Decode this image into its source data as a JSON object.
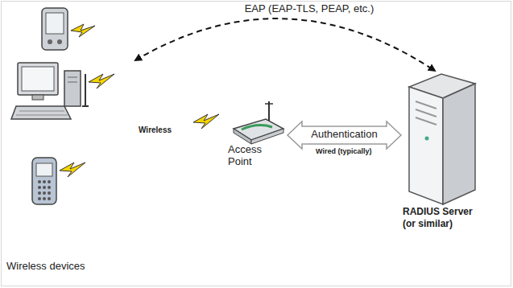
{
  "diagram": {
    "nodes": [
      {
        "text": [
          "Wireless devices"
        ]
      },
      {
        "text": [
          "Access Point"
        ]
      },
      {
        "text": [
          "RADIUS Server (or similar)"
        ]
      }
    ],
    "edges": [
      {
        "from": 0,
        "to": 2,
        "arrow": "both",
        "label": "EAP (EAP-TLS, PEAP, etc.)"
      },
      {
        "from": 1,
        "to": 2,
        "arrow": "both",
        "label": "Authentication"
      }
    ],
    "labels": [
      "Wireless",
      "Wired (typically)"
    ]
  }
}
